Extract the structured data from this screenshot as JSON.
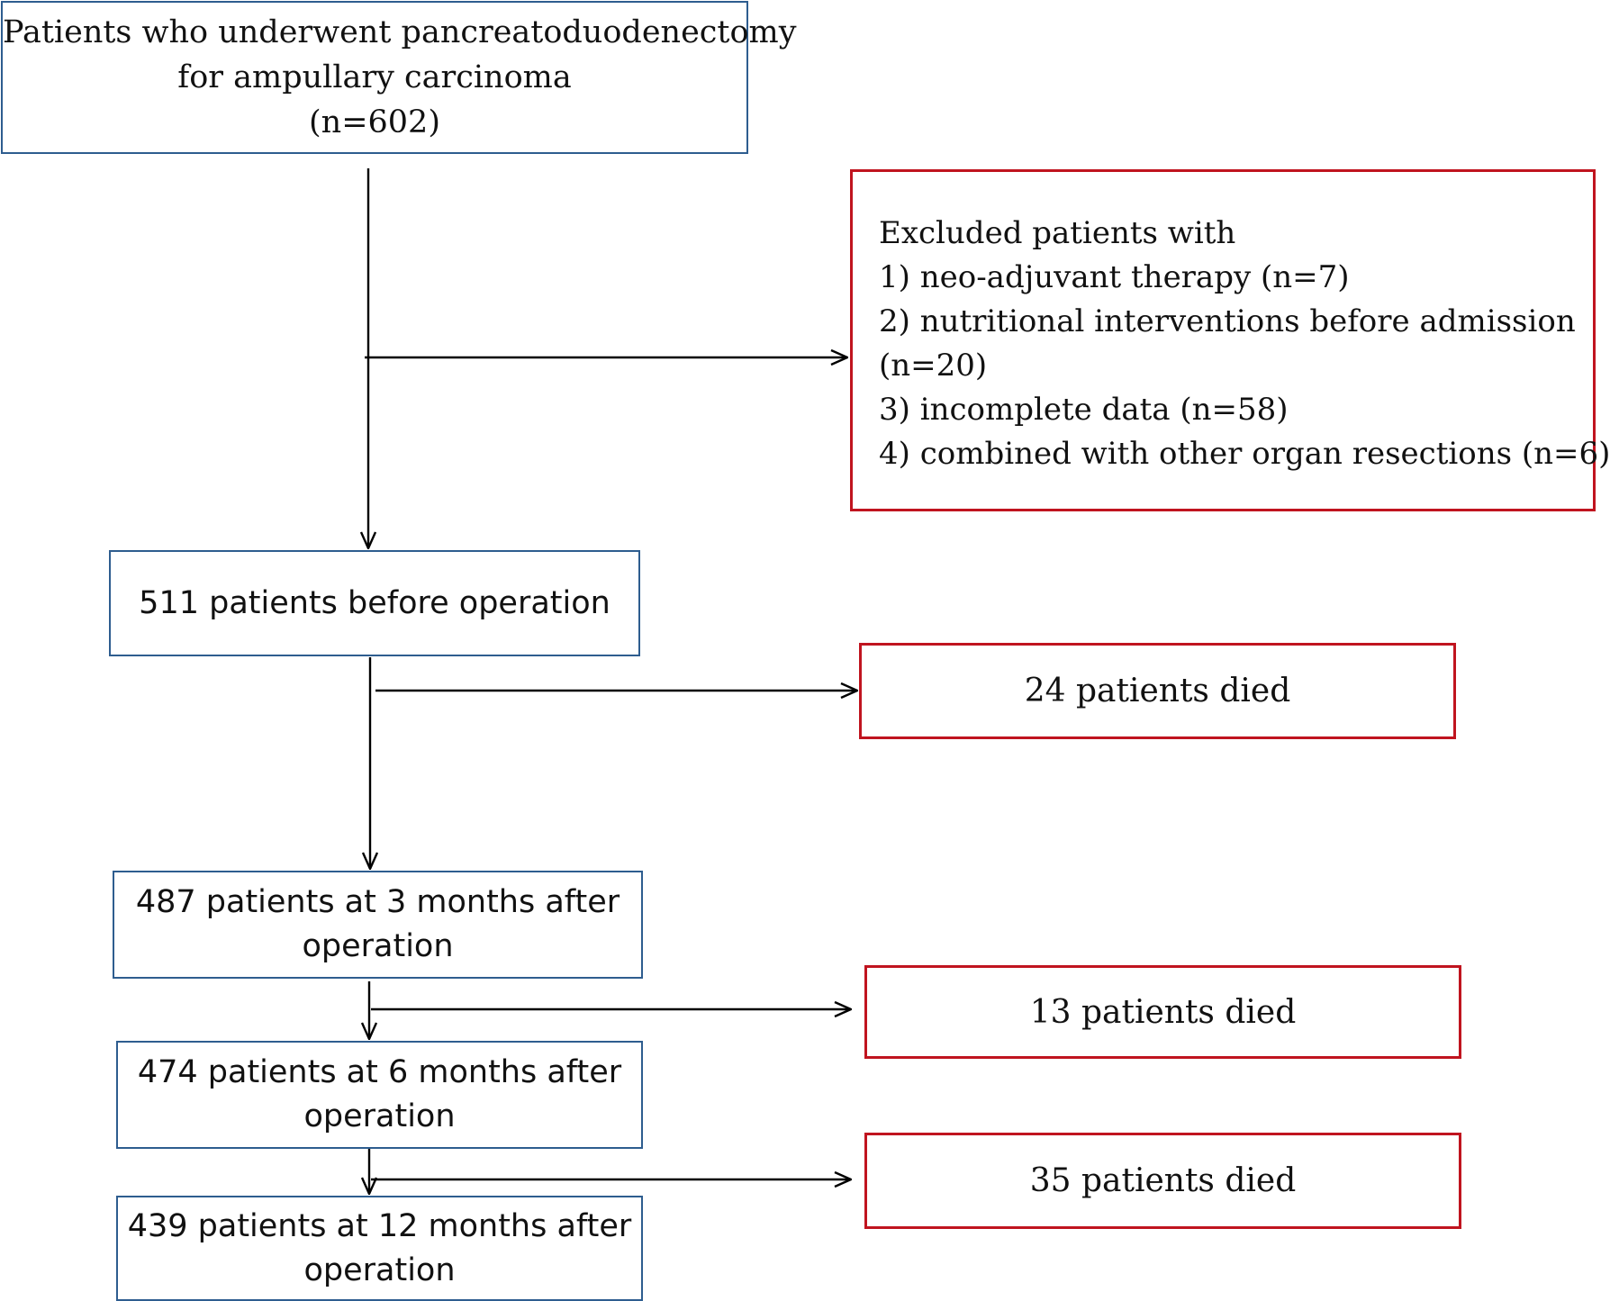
{
  "colors": {
    "flow_box_border": "#2e5d8f",
    "exclusion_box_border": "#c0141f",
    "arrow": "#000000",
    "text": "#111111"
  },
  "boxes": {
    "start": {
      "lines": [
        "Patients who underwent pancreatoduodenectomy",
        "for ampullary  carcinoma",
        "(n=602)"
      ]
    },
    "excluded": {
      "heading": "Excluded patients with",
      "criteria": [
        "1) neo-adjuvant therapy (n=7)",
        "2) nutritional interventions before admission",
        "(n=20)",
        "3) incomplete data (n=58)",
        "4) combined with other organ resections (n=6)"
      ]
    },
    "before_operation": {
      "text": "511 patients before operation"
    },
    "died_1": {
      "text": "24 patients died"
    },
    "three_months": {
      "lines": [
        "487 patients at 3 months after",
        "operation"
      ]
    },
    "died_2": {
      "text": "13 patients died"
    },
    "six_months": {
      "lines": [
        "474 patients at 6 months after",
        "operation"
      ]
    },
    "died_3": {
      "text": "35 patients died"
    },
    "twelve_months": {
      "lines": [
        "439 patients at 12 months after",
        "operation"
      ]
    }
  }
}
